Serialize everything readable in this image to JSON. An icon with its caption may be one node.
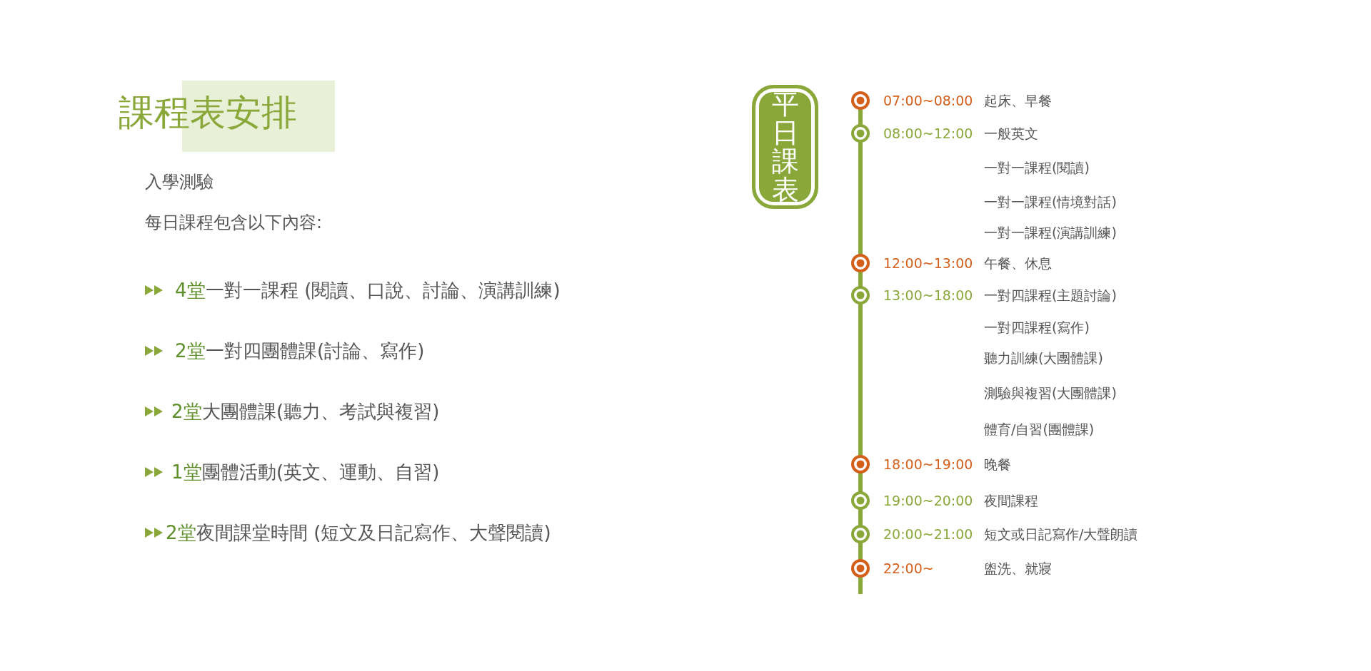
{
  "diagram": {
    "title": "課程表安排",
    "nodes": [
      {
        "text": [
          "平日課表"
        ]
      }
    ],
    "labels": [
      "入學測驗",
      "每日課程包含以下內容:",
      "4堂",
      "一對一課程 (閱讀、口說、討論、演講訓練)",
      "2堂",
      "一對四團體課(討論、寫作)",
      "2堂",
      "大團體課(聽力、考試與複習)",
      "1堂",
      "團體活動(英文、運動、自習)",
      "2堂",
      "夜間課堂時間 (短文及日記寫作、大聲閱讀)",
      "07:00~08:00",
      "起床、早餐",
      "08:00~12:00",
      "一般英文",
      "一對一課程(閱讀)",
      "一對一課程(情境對話)",
      "一對一課程(演講訓練)",
      "12:00~13:00",
      "午餐、休息",
      "13:00~18:00",
      "一對四課程(主題討論)",
      "一對四課程(寫作)",
      "聽力訓練(大團體課)",
      "測驗與複習(大團體課)",
      "體育/自習(團體課)",
      "18:00~19:00",
      "晚餐",
      "19:00~20:00",
      "夜間課程",
      "20:00~21:00",
      "短文或日記寫作/大聲朗讀",
      "22:00~",
      "盥洗、就寢"
    ]
  }
}
